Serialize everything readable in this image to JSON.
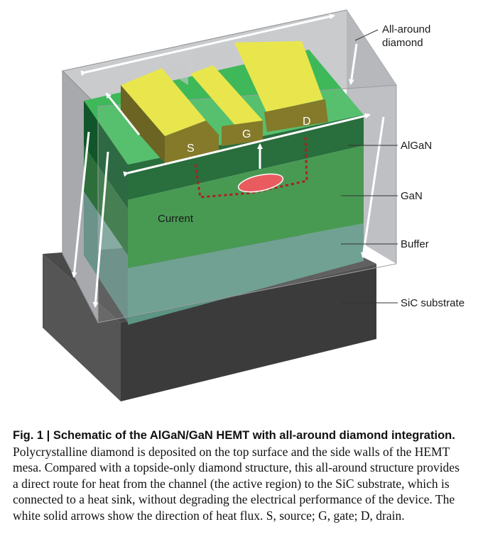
{
  "labels": {
    "all_around_1": "All-around",
    "all_around_2": "diamond",
    "algan": "AlGaN",
    "gan": "GaN",
    "buffer": "Buffer",
    "sic": "SiC substrate",
    "current": "Current",
    "source": "S",
    "gate": "G",
    "drain": "D"
  },
  "caption": {
    "fig": "Fig. 1 | ",
    "title": "Schematic of the AlGaN/GaN HEMT with all-around diamond integration.",
    "body": " Polycrystalline diamond is deposited on the top surface and the side walls of the HEMT mesa. Compared with a topside-only diamond structure, this all-around structure provides a direct route for heat from the channel (the active region) to the SiC substrate, which is connected to a heat sink, without degrading the electrical performance of the device. The white solid arrows show the direction of heat flux. S, source; G, gate; D, drain."
  },
  "colors": {
    "diamond": "#b9bbbe",
    "algan": "#0b5a22",
    "gan": "#2f8d3c",
    "buffer": "#5d9483",
    "substrate": "#3a3a3a",
    "electrode": "#e6e24a",
    "current_path": "#a0241f",
    "hotspot": "#e85b5f"
  }
}
